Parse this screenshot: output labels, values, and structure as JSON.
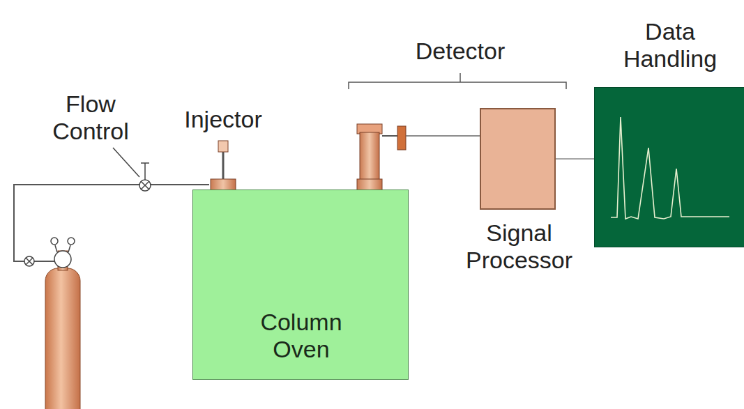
{
  "diagram": {
    "nodes": [
      {
        "text": [
          "Column Oven"
        ]
      },
      {
        "text": [
          "Signal Processor"
        ]
      },
      {
        "text": [
          "Data Handling"
        ]
      }
    ],
    "edges": [
      {
        "from": 1,
        "to": 2,
        "arrow": "none"
      }
    ],
    "labels": [
      "Flow Control",
      "Injector",
      "Detector"
    ]
  }
}
